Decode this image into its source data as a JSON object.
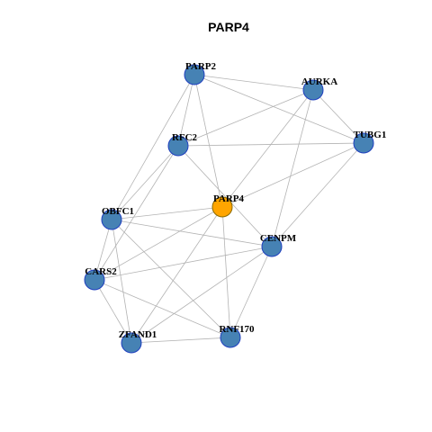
{
  "title": "PARP4",
  "colors": {
    "node_fill": "#4682B4",
    "node_stroke": "#1f3fbf",
    "hub_fill": "#FFA500",
    "hub_stroke": "#8a6a00",
    "edge": "#b3b3b3"
  },
  "nodes": [
    {
      "id": "PARP2",
      "label": "PARP2",
      "hub": false
    },
    {
      "id": "AURKA",
      "label": "AURKA",
      "hub": false
    },
    {
      "id": "TUBG1",
      "label": "TUBG1",
      "hub": false
    },
    {
      "id": "RFC2",
      "label": "RFC2",
      "hub": false
    },
    {
      "id": "PARP4",
      "label": "PARP4",
      "hub": true
    },
    {
      "id": "OBFC1",
      "label": "OBFC1",
      "hub": false
    },
    {
      "id": "CENPM",
      "label": "CENPM",
      "hub": false
    },
    {
      "id": "CARS2",
      "label": "CARS2",
      "hub": false
    },
    {
      "id": "RNF170",
      "label": "RNF170",
      "hub": false
    },
    {
      "id": "ZFAND1",
      "label": "ZFAND1",
      "hub": false
    }
  ],
  "edges": [
    [
      "PARP2",
      "AURKA"
    ],
    [
      "PARP2",
      "TUBG1"
    ],
    [
      "PARP2",
      "RFC2"
    ],
    [
      "PARP2",
      "PARP4"
    ],
    [
      "PARP2",
      "OBFC1"
    ],
    [
      "AURKA",
      "TUBG1"
    ],
    [
      "AURKA",
      "RFC2"
    ],
    [
      "AURKA",
      "PARP4"
    ],
    [
      "AURKA",
      "CENPM"
    ],
    [
      "TUBG1",
      "RFC2"
    ],
    [
      "TUBG1",
      "PARP4"
    ],
    [
      "TUBG1",
      "CENPM"
    ],
    [
      "RFC2",
      "CENPM"
    ],
    [
      "RFC2",
      "OBFC1"
    ],
    [
      "RFC2",
      "CARS2"
    ],
    [
      "PARP4",
      "OBFC1"
    ],
    [
      "PARP4",
      "CARS2"
    ],
    [
      "PARP4",
      "ZFAND1"
    ],
    [
      "PARP4",
      "RNF170"
    ],
    [
      "OBFC1",
      "CENPM"
    ],
    [
      "OBFC1",
      "CARS2"
    ],
    [
      "OBFC1",
      "ZFAND1"
    ],
    [
      "OBFC1",
      "RNF170"
    ],
    [
      "CENPM",
      "CARS2"
    ],
    [
      "CENPM",
      "ZFAND1"
    ],
    [
      "CENPM",
      "RNF170"
    ],
    [
      "CARS2",
      "ZFAND1"
    ],
    [
      "CARS2",
      "RNF170"
    ],
    [
      "ZFAND1",
      "RNF170"
    ]
  ]
}
